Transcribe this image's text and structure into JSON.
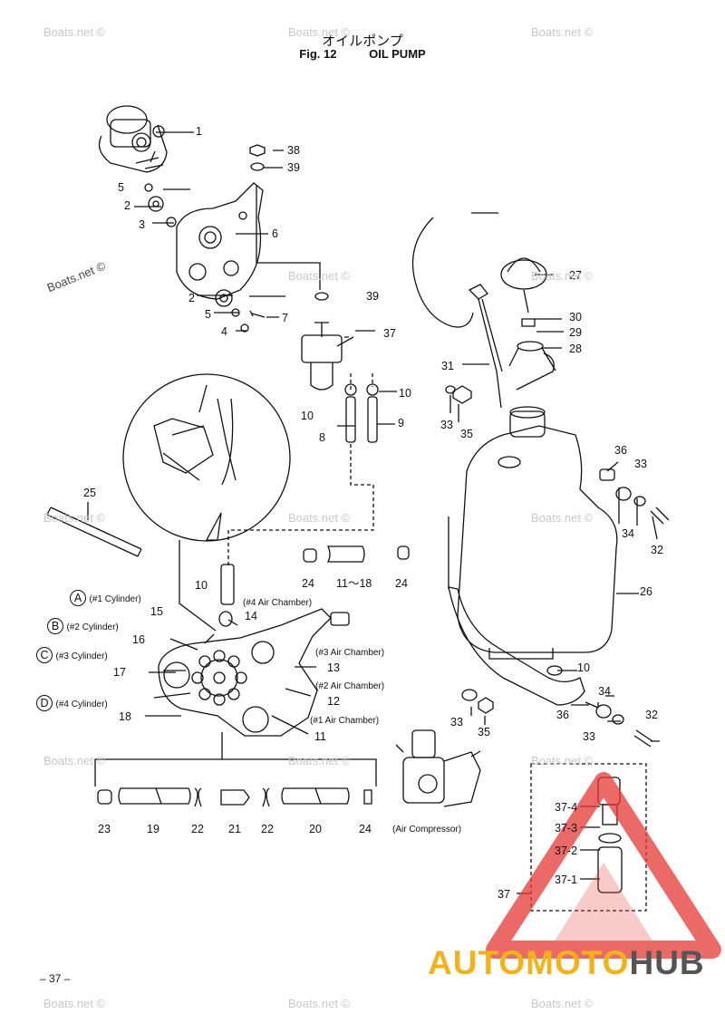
{
  "header": {
    "title_jp": "オイルポンプ",
    "fig_label": "Fig. 12",
    "title_en": "OIL PUMP"
  },
  "labels": {
    "p1": "1",
    "p2a": "2",
    "p2b": "2",
    "p3": "3",
    "p4": "4",
    "p5a": "5",
    "p5b": "5",
    "p6": "6",
    "p7": "7",
    "p8": "8",
    "p9": "9",
    "p10a": "10",
    "p10b": "10",
    "p10c": "10",
    "p10d": "10",
    "p11a": "11～18",
    "p11b": "11",
    "p12": "12",
    "p13": "13",
    "p14": "14",
    "p15": "15",
    "p16": "16",
    "p17": "17",
    "p18": "18",
    "p19": "19",
    "p20": "20",
    "p21": "21",
    "p22a": "22",
    "p22b": "22",
    "p23": "23",
    "p24a": "24",
    "p24b": "24",
    "p24c": "24",
    "p25": "25",
    "p26": "26",
    "p27": "27",
    "p28": "28",
    "p29": "29",
    "p30": "30",
    "p31": "31",
    "p32a": "32",
    "p32b": "32",
    "p33a": "33",
    "p33b": "33",
    "p33c": "33",
    "p33d": "33",
    "p34a": "34",
    "p34b": "34",
    "p35a": "35",
    "p35b": "35",
    "p36a": "36",
    "p36b": "36",
    "p37": "37",
    "p37b": "37",
    "p38": "38",
    "p39a": "39",
    "p39b": "39",
    "p37_1": "37-1",
    "p37_2": "37-2",
    "p37_3": "37-3",
    "p37_4": "37-4"
  },
  "callouts": {
    "a": "A",
    "a_txt": "(#1 Cylinder)",
    "b": "B",
    "b_txt": "(#2 Cylinder)",
    "c": "C",
    "c_txt": "(#3 Cylinder)",
    "d": "D",
    "d_txt": "(#4 Cylinder)",
    "ch4": "(#4 Air Chamber)",
    "ch3": "(#3 Air Chamber)",
    "ch2": "(#2 Air Chamber)",
    "ch1": "(#1 Air Chamber)",
    "aircomp": "(Air Compressor)"
  },
  "watermark": "Boats.net ©",
  "page_number": "– 37 –",
  "logo": {
    "part1": "AUTOMOTO",
    "part2": "HUB",
    "color1": "#f2b21c",
    "color2": "#555555",
    "triangle_color": "#e53935"
  }
}
